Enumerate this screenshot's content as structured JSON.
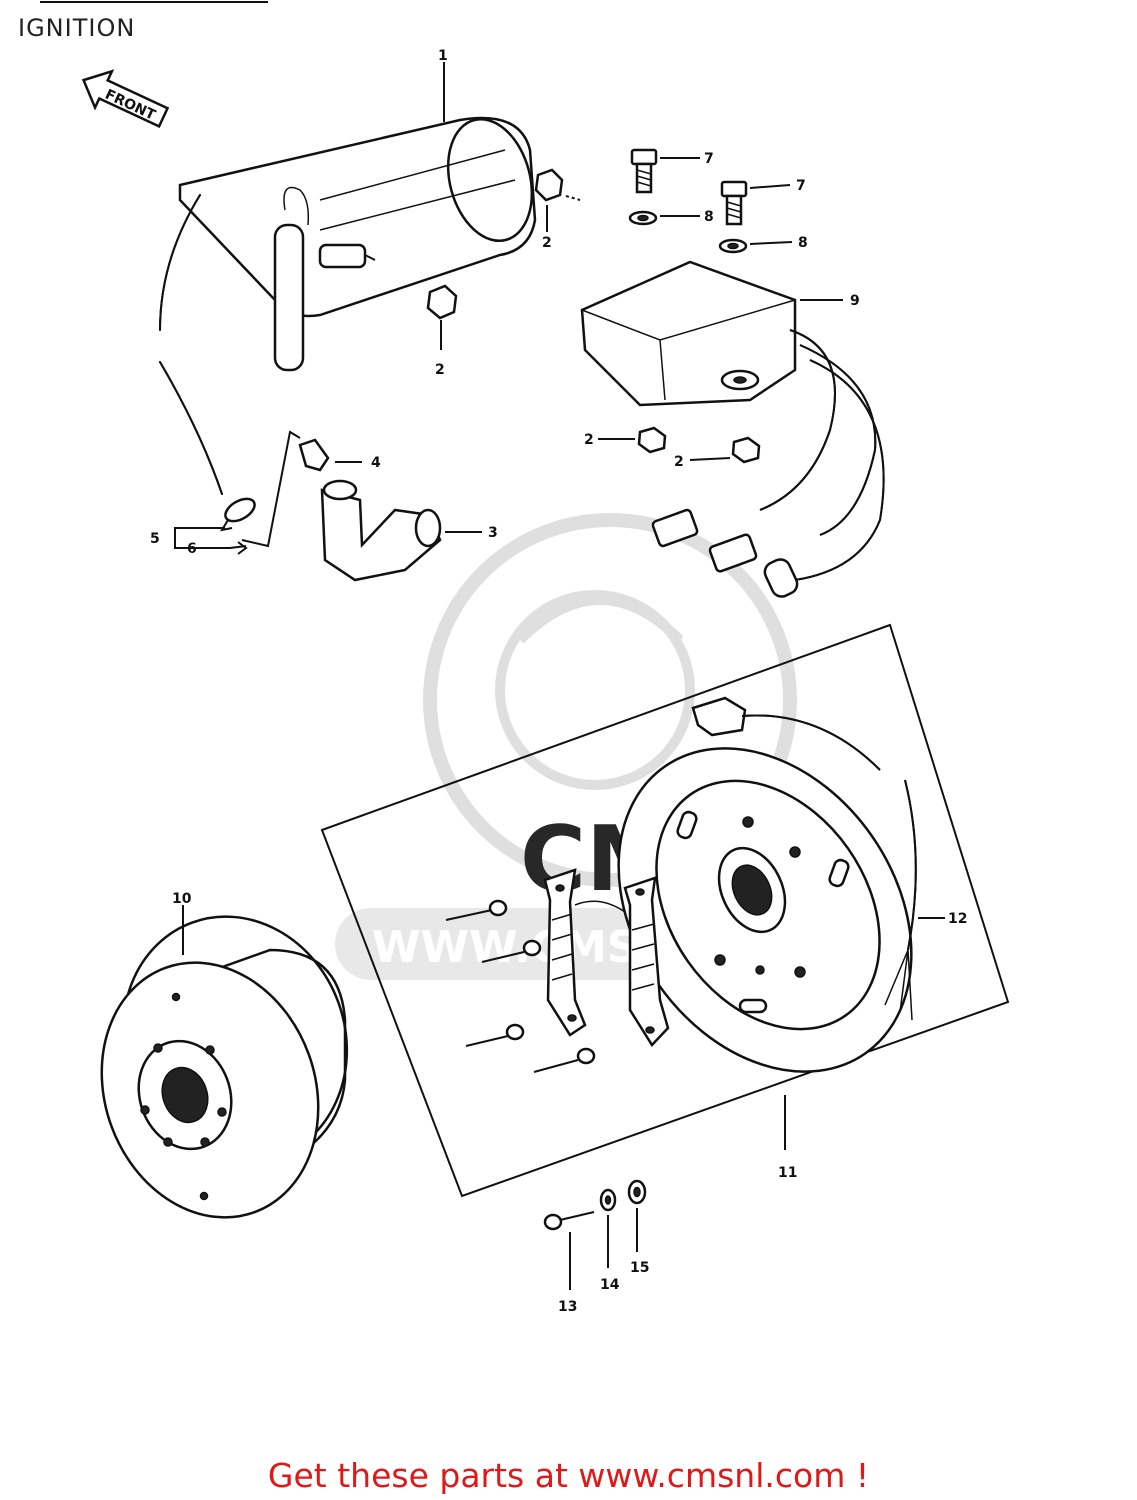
{
  "title": "IGNITION",
  "front_arrow": {
    "label": "FRONT"
  },
  "watermark": {
    "text": "WWW.CMSNL.COM",
    "logo_text": "CMS"
  },
  "callouts": {
    "c1": "1",
    "c2a": "2",
    "c2b": "2",
    "c2c": "2",
    "c2d": "2",
    "c3": "3",
    "c4": "4",
    "c5": "5",
    "c6": "6",
    "c7a": "7",
    "c7b": "7",
    "c8a": "8",
    "c8b": "8",
    "c9": "9",
    "c10": "10",
    "c11": "11",
    "c12": "12",
    "c13": "13",
    "c14": "14",
    "c15": "15"
  },
  "footer": {
    "text": "Get these parts at www.cmsnl.com !"
  },
  "colors": {
    "footer": "#e01818",
    "line": "#111111",
    "watermark": "#d0d0d0"
  }
}
